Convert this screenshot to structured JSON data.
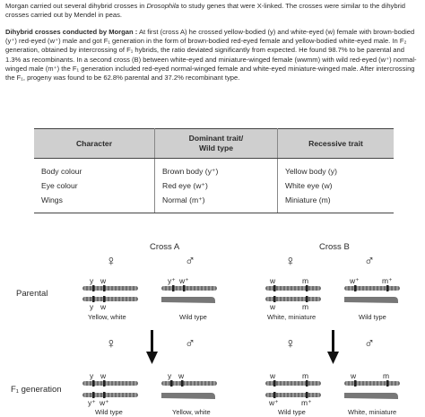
{
  "intro": "Morgan carried out several dihybrid crosses in Drosophila to study genes that were X-linked. The crosses were similar to the dihybrid crosses carried out by Mendel in peas.",
  "intro_parts": {
    "before": "Morgan carried out several dihybrid crosses in ",
    "italic": "Drosophila",
    "after": " to study genes that were X-linked. The crosses were similar to the dihybrid crosses carried out by Mendel in peas."
  },
  "section": {
    "heading": "Dihybrid crosses conducted by Morgan :",
    "body": " At first (cross A) he crossed yellow-bodied (y) and white-eyed (w) female with brown-bodied (y⁺) red-eyed (w⁺) male and got F₁ generation in the form of brown-bodied red-eyed female and yellow-bodied white-eyed male. In F₂ generation, obtained by intercrossing of F₁ hybrids, the ratio deviated significantly from expected. He found 98.7% to be parental and 1.3% as recombinants. In a second cross (B) between white-eyed and miniature-winged female (wwmm) with wild red-eyed (w⁺) normal-winged male (m⁺) the F₁ generation included red-eyed normal-winged female and white-eyed miniature-winged male. After intercrossing the F₁, progeny was found to be 62.8% parental and 37.2% recombinant type."
  },
  "table": {
    "headers": {
      "character": "Character",
      "dominant": "Dominant trait/\nWild type",
      "recessive": "Recessive trait"
    },
    "rows": [
      {
        "character": "Body colour",
        "dominant": "Brown body (y⁺)",
        "recessive": "Yellow body (y)"
      },
      {
        "character": "Eye colour",
        "dominant": "Red eye (w⁺)",
        "recessive": "White eye (w)"
      },
      {
        "character": "Wings",
        "dominant": "Normal (m⁺)",
        "recessive": "Miniature (m)"
      }
    ]
  },
  "diagram": {
    "cross_a": "Cross A",
    "cross_b": "Cross B",
    "row_parental": "Parental",
    "row_f1": "F₁ generation",
    "female_symbol": "♀",
    "male_symbol": "♂",
    "labels": {
      "a_p_female": "Yellow, white",
      "a_p_male": "Wild type",
      "b_p_female": "White, miniature",
      "b_p_male": "Wild type",
      "a_f1_female": "Wild type",
      "a_f1_male": "Yellow, white",
      "b_f1_female": "Wild type",
      "b_f1_male": "White, miniature"
    },
    "alleles": {
      "y": "y",
      "w": "w",
      "m": "m",
      "yp": "y⁺",
      "wp": "w⁺",
      "mp": "m⁺"
    }
  }
}
